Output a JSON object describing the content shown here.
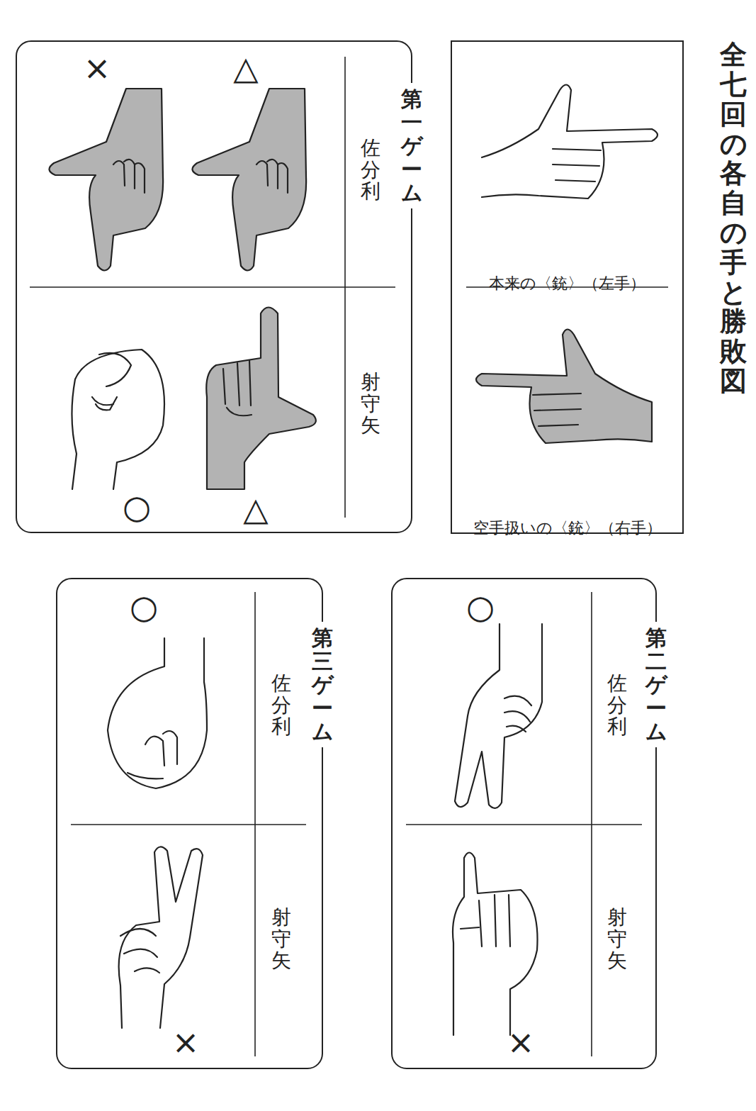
{
  "diagram": {
    "title": "全七回の各自の手と勝敗図",
    "nodes": [
      {
        "text": [
          "第一ゲーム"
        ]
      },
      {
        "text": [
          "本来の〈銃〉（左手）",
          "空手扱いの〈銃〉（右手）"
        ]
      },
      {
        "text": [
          "第三ゲーム"
        ]
      },
      {
        "text": [
          "第二ゲーム"
        ]
      }
    ],
    "labels": [
      "×",
      "△",
      "佐分利",
      "射守矢",
      "○",
      "△",
      "○",
      "佐分利",
      "射守矢",
      "×",
      "○",
      "佐分利",
      "射守矢",
      "×"
    ]
  }
}
